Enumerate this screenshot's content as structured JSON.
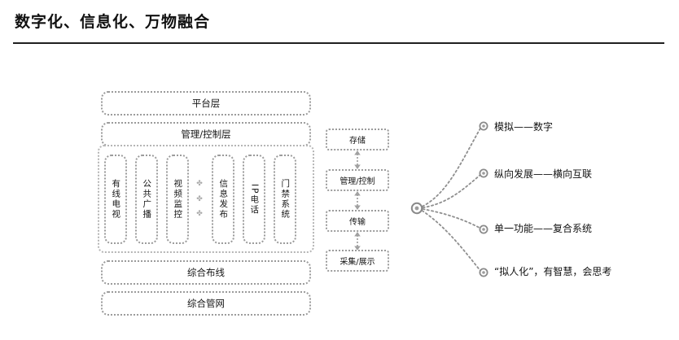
{
  "header": {
    "title": "数字化、信息化、万物融合"
  },
  "left_block": {
    "top_rows": [
      {
        "label": "平台层"
      },
      {
        "label": "管理/控制层"
      }
    ],
    "service_columns": [
      {
        "label": "有线电视",
        "latin": false
      },
      {
        "label": "公共广播",
        "latin": false
      },
      {
        "label": "视频监控",
        "latin": false
      },
      {
        "label": "信息发布",
        "latin": false
      },
      {
        "label": "IP电话",
        "latin": true
      },
      {
        "label": "门禁系统",
        "latin": false
      }
    ],
    "ellipsis": [
      "✤",
      "✤",
      "✤"
    ],
    "bottom_rows": [
      {
        "label": "综合布线"
      },
      {
        "label": "综合管网"
      }
    ]
  },
  "mid_block": {
    "boxes": [
      {
        "label": "存储"
      },
      {
        "label": "管理/控制"
      },
      {
        "label": "传输"
      },
      {
        "label": "采集/展示"
      }
    ]
  },
  "right_block": {
    "items": [
      {
        "label": "模拟——数字"
      },
      {
        "label": "纵向发展——横向互联"
      },
      {
        "label": "单一功能——复合系统"
      },
      {
        "label": "“拟人化”，有智慧，会思考"
      }
    ]
  },
  "colors": {
    "title_text": "#111111",
    "divider": "#1f1f1f",
    "box_border": "#9b9b9b",
    "connector": "#8c8c8c",
    "node_fill": "#c9c9c9",
    "page_bg": "#ffffff"
  }
}
